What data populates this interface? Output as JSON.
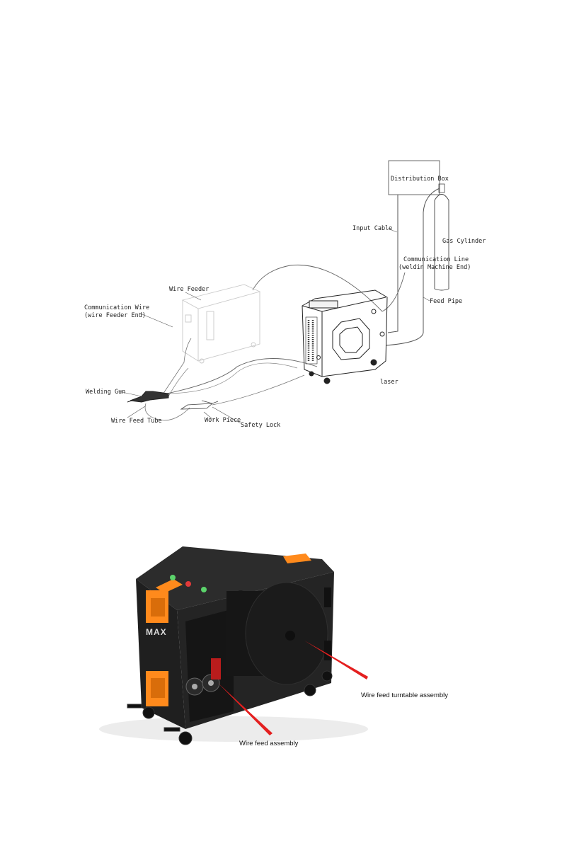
{
  "diagram": {
    "labels": {
      "distribution_box": "Distribution Box",
      "input_cable": "Input Cable",
      "gas_cylinder": "Gas Cylinder",
      "communication_line_1": "Communication Line",
      "communication_line_2": "(weldin Machine End)",
      "feed_pipe": "Feed Pipe",
      "wire_feeder": "Wire Feeder",
      "communication_wire_1": "Communication Wire",
      "communication_wire_2": "(wire Feeder End)",
      "laser": "laser",
      "welding_gun": "Welding Gun",
      "wire_feed_tube": "Wire Feed Tube",
      "work_piece": "Work Piece",
      "safety_lock": "Safety Lock"
    }
  },
  "photo": {
    "logo": "MAX",
    "captions": {
      "turntable": "Wire feed turntable assembly",
      "wire_feed": "Wire feed assembly"
    }
  }
}
